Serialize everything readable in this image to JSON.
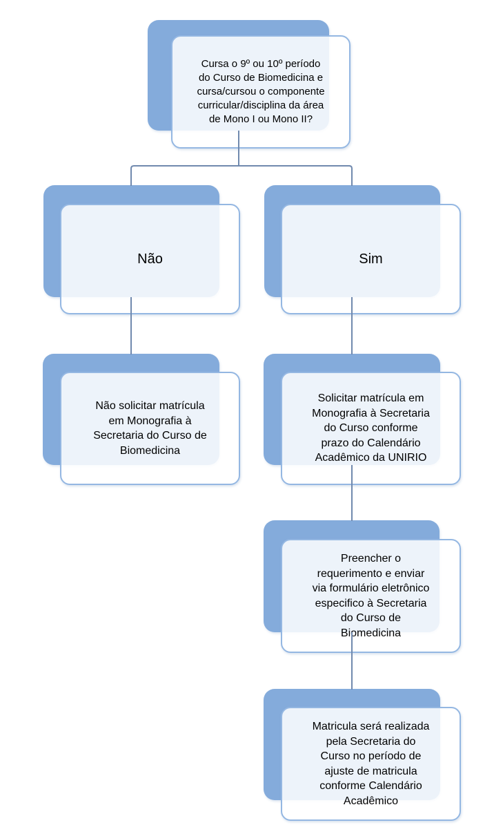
{
  "diagram": {
    "type": "flowchart",
    "background_color": "#ffffff",
    "colors": {
      "node_back_fill": "#84abdb",
      "node_front_fill": "rgba(255,255,255,0.85)",
      "node_front_border": "#94b7e2",
      "connector": "#7089ae",
      "text": "#000000"
    },
    "nodes": [
      {
        "id": "question",
        "label": "Cursa o 9º ou 10º período\ndo Curso de Biomedicina e\ncursa/cursou o componente\ncurricular/disciplina da área\nde Mono I ou Mono II?"
      },
      {
        "id": "nao",
        "label": "Não"
      },
      {
        "id": "sim",
        "label": "Sim"
      },
      {
        "id": "nao-solicitar",
        "label": "Não solicitar matrícula\nem Monografia à\nSecretaria do Curso de\nBiomedicina"
      },
      {
        "id": "solicitar-matricula",
        "label": "Solicitar matrícula em\nMonografia à Secretaria\ndo Curso conforme\nprazo do Calendário\nAcadêmico da UNIRIO"
      },
      {
        "id": "preencher-requerimento",
        "label": "Preencher o\nrequerimento e enviar\nvia formulário eletrônico\nespecifico à Secretaria\ndo Curso de\nBiomedicina"
      },
      {
        "id": "matricula-realizada",
        "label": "Matricula será realizada\npela Secretaria do\nCurso no período de\najuste de matricula\nconforme Calendário\nAcadêmico"
      }
    ],
    "edges": [
      {
        "from": "question",
        "to": "nao"
      },
      {
        "from": "question",
        "to": "sim"
      },
      {
        "from": "nao",
        "to": "nao-solicitar"
      },
      {
        "from": "sim",
        "to": "solicitar-matricula"
      },
      {
        "from": "solicitar-matricula",
        "to": "preencher-requerimento"
      },
      {
        "from": "preencher-requerimento",
        "to": "matricula-realizada"
      }
    ]
  }
}
